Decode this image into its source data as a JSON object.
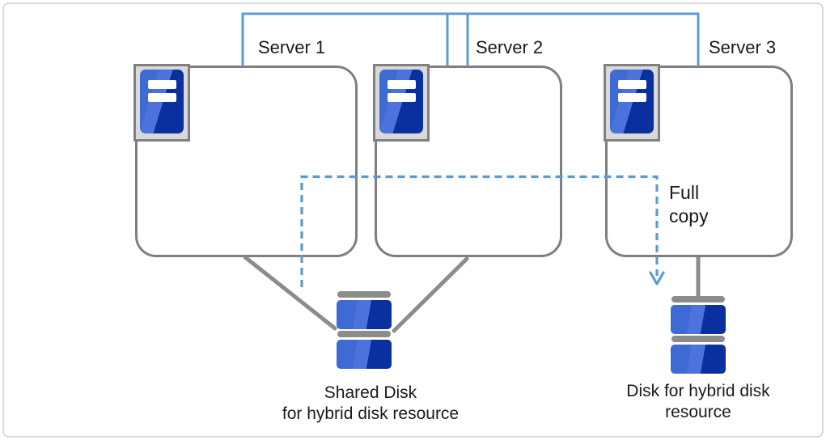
{
  "servers": [
    {
      "label": "Server 1"
    },
    {
      "label": "Server 2"
    },
    {
      "label": "Server 3"
    }
  ],
  "annotations": {
    "full_copy": "Full\ncopy"
  },
  "disks": {
    "shared": {
      "caption": "Shared Disk\nfor hybrid disk resource"
    },
    "hybrid": {
      "caption": "Disk for hybrid disk\nresource"
    }
  },
  "icon_names": {
    "server": "server-tower-icon",
    "disk": "disk-stack-icon",
    "arrow": "arrow-down-icon",
    "network": "network-connector-line",
    "copy_path": "full-copy-dashed-path"
  },
  "colors": {
    "connector_blue": "#5B9BD5",
    "dashed_blue": "#5B9BD5",
    "box_border_gray": "#7F7F7F",
    "line_gray": "#8C8C8C",
    "icon_frame_fill": "#D9D9D9",
    "icon_frame_border": "#808080",
    "server_blue_light": "#3E6AD3",
    "server_blue_highlight": "#4B73DB",
    "server_blue_dark": "#0A2F9E",
    "disk_cap_gray": "#8C8C8C",
    "text_color": "#1A1A1A",
    "background": "#FFFFFF",
    "page_border": "#D9D9D9"
  }
}
